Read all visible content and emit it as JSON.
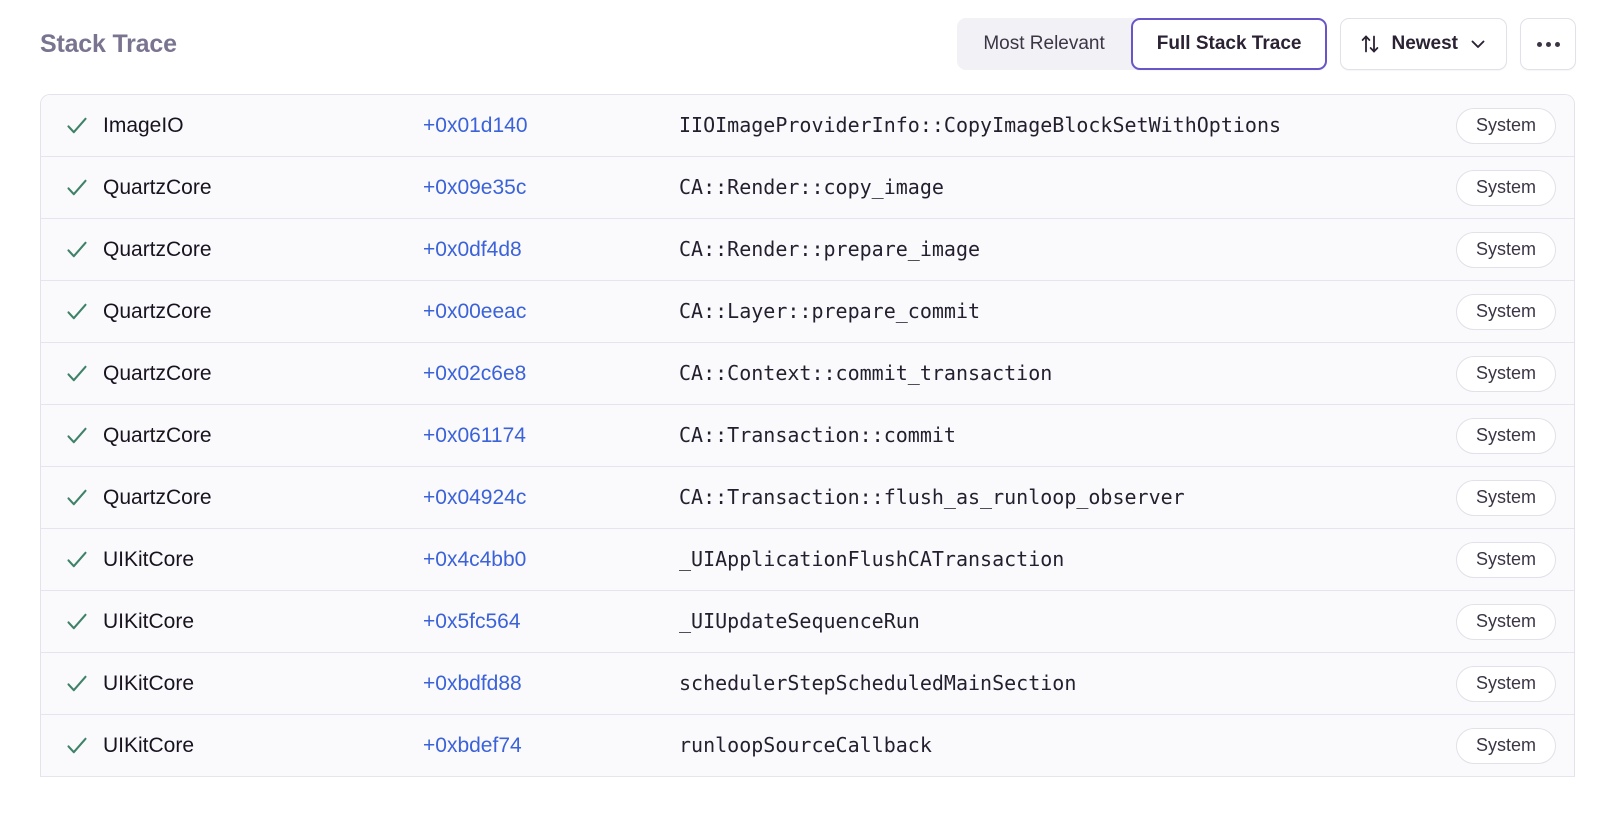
{
  "header": {
    "title": "Stack Trace",
    "segmented": {
      "options": [
        {
          "label": "Most Relevant",
          "active": false
        },
        {
          "label": "Full Stack Trace",
          "active": true
        }
      ]
    },
    "sort_button": {
      "label": "Newest",
      "sort_icon": "sort-arrows-icon",
      "chevron_icon": "chevron-down-icon"
    },
    "overflow_button": {
      "icon": "ellipsis-icon"
    }
  },
  "colors": {
    "accent_purple": "#6a55c8",
    "link_blue": "#3b62d8",
    "check_green": "#3f8268",
    "title_muted": "#7a7490",
    "row_bg": "#fafafc",
    "border": "#e4e2ea"
  },
  "stack_trace": {
    "columns": [
      "status",
      "package",
      "offset",
      "symbol",
      "origin"
    ],
    "frames": [
      {
        "status_icon": "check-icon",
        "package": "ImageIO",
        "offset": "+0x01d140",
        "symbol": "IIOImageProviderInfo::CopyImageBlockSetWithOptions",
        "badge": "System"
      },
      {
        "status_icon": "check-icon",
        "package": "QuartzCore",
        "offset": "+0x09e35c",
        "symbol": "CA::Render::copy_image",
        "badge": "System"
      },
      {
        "status_icon": "check-icon",
        "package": "QuartzCore",
        "offset": "+0x0df4d8",
        "symbol": "CA::Render::prepare_image",
        "badge": "System"
      },
      {
        "status_icon": "check-icon",
        "package": "QuartzCore",
        "offset": "+0x00eeac",
        "symbol": "CA::Layer::prepare_commit",
        "badge": "System"
      },
      {
        "status_icon": "check-icon",
        "package": "QuartzCore",
        "offset": "+0x02c6e8",
        "symbol": "CA::Context::commit_transaction",
        "badge": "System"
      },
      {
        "status_icon": "check-icon",
        "package": "QuartzCore",
        "offset": "+0x061174",
        "symbol": "CA::Transaction::commit",
        "badge": "System"
      },
      {
        "status_icon": "check-icon",
        "package": "QuartzCore",
        "offset": "+0x04924c",
        "symbol": "CA::Transaction::flush_as_runloop_observer",
        "badge": "System"
      },
      {
        "status_icon": "check-icon",
        "package": "UIKitCore",
        "offset": "+0x4c4bb0",
        "symbol": "_UIApplicationFlushCATransaction",
        "badge": "System"
      },
      {
        "status_icon": "check-icon",
        "package": "UIKitCore",
        "offset": "+0x5fc564",
        "symbol": "_UIUpdateSequenceRun",
        "badge": "System"
      },
      {
        "status_icon": "check-icon",
        "package": "UIKitCore",
        "offset": "+0xbdfd88",
        "symbol": "schedulerStepScheduledMainSection",
        "badge": "System"
      },
      {
        "status_icon": "check-icon",
        "package": "UIKitCore",
        "offset": "+0xbdef74",
        "symbol": "runloopSourceCallback",
        "badge": "System"
      }
    ]
  }
}
